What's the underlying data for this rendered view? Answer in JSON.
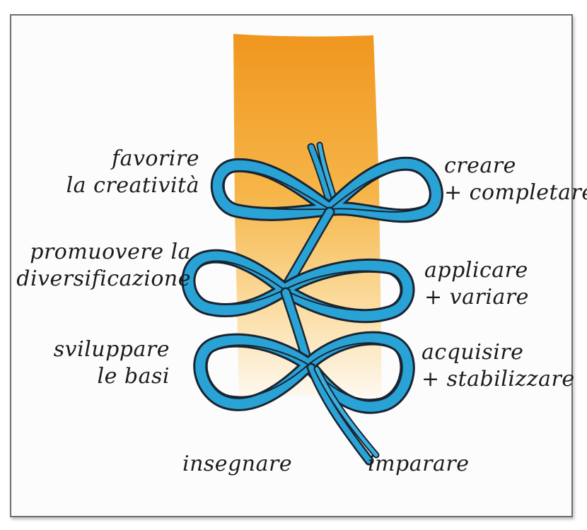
{
  "labels": {
    "left": {
      "favorire": [
        "favorire",
        "la creatività"
      ],
      "promuovere": [
        "promuovere la",
        "diversificazione"
      ],
      "sviluppare": [
        "sviluppare",
        "le basi"
      ]
    },
    "right": {
      "creare": [
        "creare",
        "+ completare"
      ],
      "applicare": [
        "applicare",
        "+ variare"
      ],
      "acquisire": [
        "acquisire",
        "+ stabilizzare"
      ]
    },
    "bottom": {
      "insegnare": "insegnare",
      "imparare": "imparare"
    }
  },
  "colors": {
    "band_top": "#f0961e",
    "band_bottom": "#fdf6ea",
    "ribbon": "#29a2d6",
    "ribbon_edge": "#1a2430",
    "text": "#1c1c1c"
  }
}
